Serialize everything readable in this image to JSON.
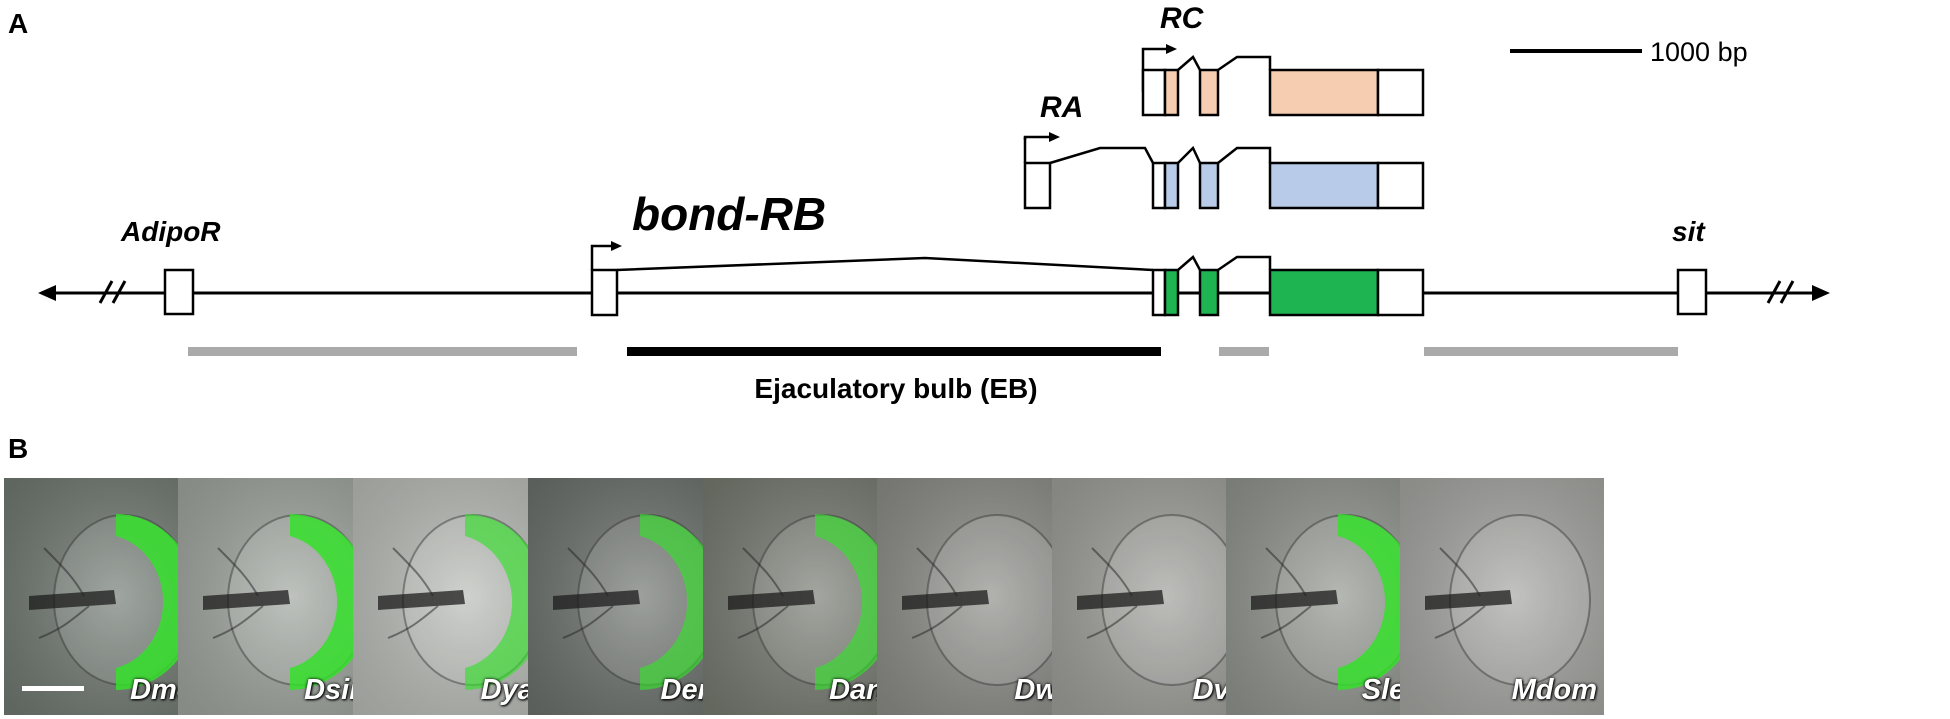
{
  "panel_a": {
    "label": "A",
    "scale_label": "1000 bp",
    "genes": {
      "left": "AdipoR",
      "main": "bond-RB",
      "right": "sit",
      "isoform_ra": "RA",
      "isoform_rc": "RC"
    },
    "region_label": "Ejaculatory bulb (EB)",
    "colors": {
      "rc_exon": "#f7cdb1",
      "ra_exon": "#b8cbe8",
      "rb_exon": "#1db451",
      "grey_bar": "#aaaaaa",
      "eb_bar": "#000000"
    }
  },
  "panel_b": {
    "label": "B",
    "panels": [
      {
        "species": "Dmel",
        "green": "strong",
        "bg": "#6f7870"
      },
      {
        "species": "Dsim",
        "green": "strong",
        "bg": "#9da39c"
      },
      {
        "species": "Dyak",
        "green": "medium",
        "bg": "#b7bab5"
      },
      {
        "species": "Dere",
        "green": "medium",
        "bg": "#6b706b"
      },
      {
        "species": "Dana",
        "green": "medium",
        "bg": "#74796f"
      },
      {
        "species": "Dwil",
        "green": "none",
        "bg": "#8a8a86"
      },
      {
        "species": "Dvir",
        "green": "none",
        "bg": "#9c9c98"
      },
      {
        "species": "Sleb",
        "green": "strong",
        "bg": "#8f938c"
      },
      {
        "species": "Mdom",
        "green": "none",
        "bg": "#a3a4a0"
      }
    ]
  }
}
